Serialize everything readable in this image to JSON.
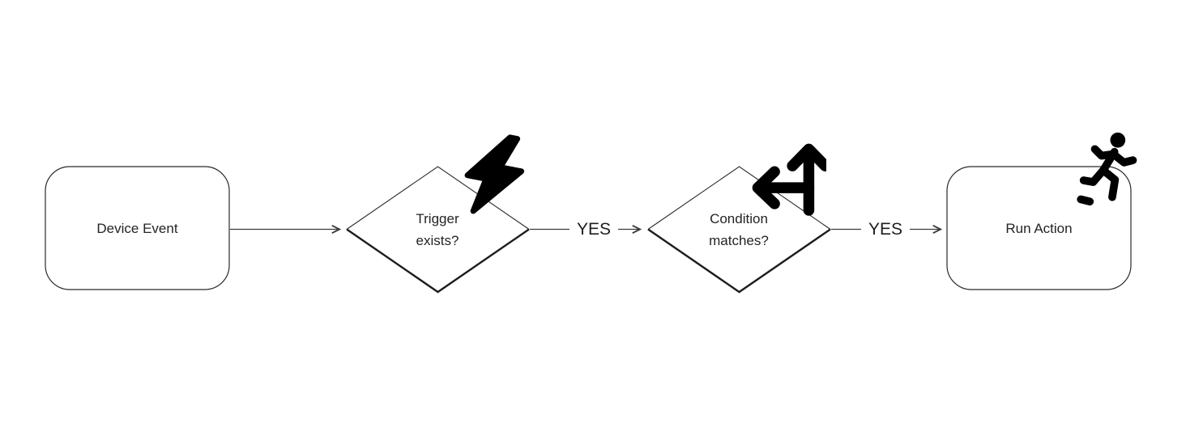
{
  "diagram": {
    "type": "flowchart",
    "background": "#ffffff",
    "colors": {
      "shape_stroke": "#2a2a2a",
      "connector_stroke": "#3b3b3b",
      "text": "#242424",
      "icon_fill": "#000000",
      "shape_fill": "#ffffff"
    },
    "nodes": [
      {
        "id": "device-event",
        "shape": "rounded-rectangle",
        "label": "Device Event",
        "icon": ""
      },
      {
        "id": "trigger-exists",
        "shape": "diamond",
        "label": "Trigger exists?",
        "icon": "lightning-bolt"
      },
      {
        "id": "condition-matches",
        "shape": "diamond",
        "label": "Condition matches?",
        "icon": "split-arrows-up-left"
      },
      {
        "id": "run-action",
        "shape": "rounded-rectangle",
        "label": "Run Action",
        "icon": "person-running"
      }
    ],
    "edges": [
      {
        "from": "device-event",
        "to": "trigger-exists",
        "label": ""
      },
      {
        "from": "trigger-exists",
        "to": "condition-matches",
        "label": "YES"
      },
      {
        "from": "condition-matches",
        "to": "run-action",
        "label": "YES"
      }
    ]
  }
}
